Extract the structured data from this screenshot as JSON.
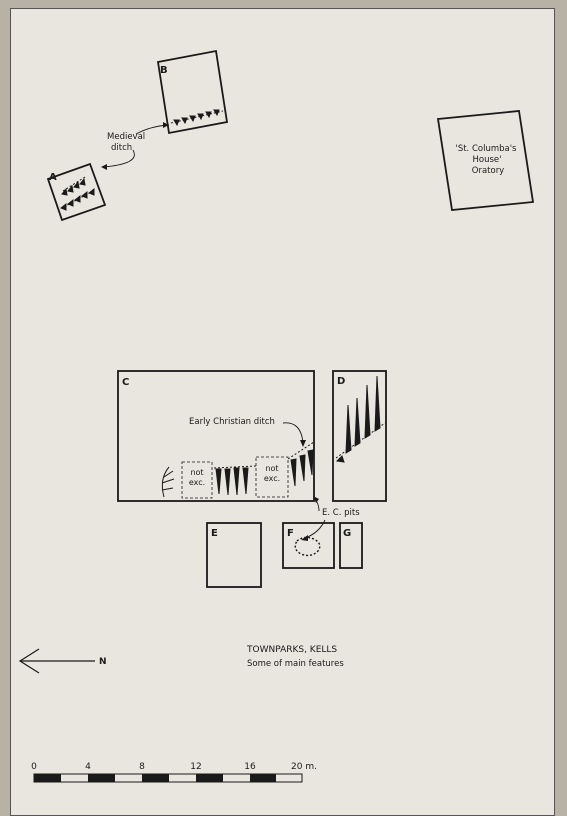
{
  "site": {
    "title": "TOWNPARKS, KELLS",
    "subtitle": "Some of main features"
  },
  "trenches": {
    "a": "A",
    "b": "B",
    "c": "C",
    "d": "D",
    "e": "E",
    "f": "F",
    "g": "G"
  },
  "annotations": {
    "medieval_line1": "Medieval",
    "medieval_line2": "ditch",
    "oratory_line1": "'St. Columba's",
    "oratory_line2": "House'",
    "oratory_line3": "Oratory",
    "ec_ditch": "Early Christian ditch",
    "not_exc_1a": "not",
    "not_exc_1b": "exc.",
    "not_exc_2a": "not",
    "not_exc_2b": "exc.",
    "ec_pits": "E. C. pits"
  },
  "north_arrow": {
    "label": "N"
  },
  "scale_bar": {
    "ticks": [
      "0",
      "4",
      "8",
      "12",
      "16",
      "20 m."
    ]
  },
  "colors": {
    "ink": "#1a1a1a",
    "paper": "#e9e6df"
  }
}
